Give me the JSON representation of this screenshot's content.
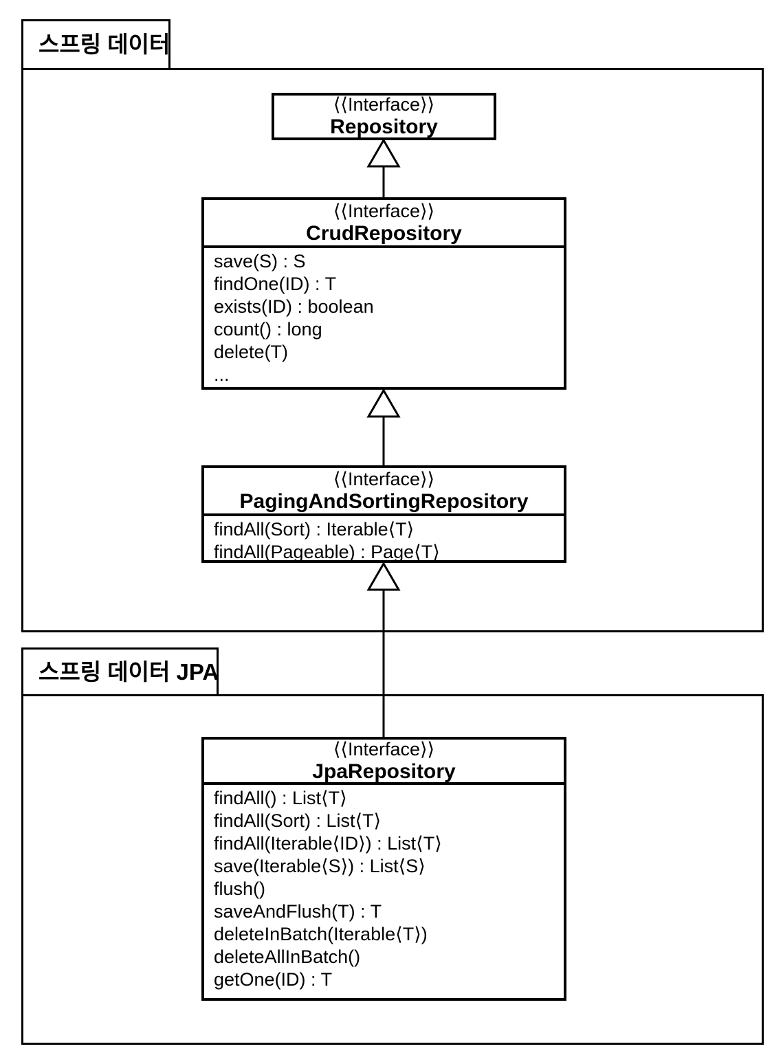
{
  "packages": [
    {
      "label": "스프링 데이터"
    },
    {
      "label": "스프링 데이터 JPA"
    }
  ],
  "classes": [
    {
      "stereotype": "⟨⟨Interface⟩⟩",
      "name": "Repository",
      "methods": []
    },
    {
      "stereotype": "⟨⟨Interface⟩⟩",
      "name": "CrudRepository",
      "methods": [
        "save(S) : S",
        "findOne(ID) : T",
        "exists(ID) : boolean",
        "count() : long",
        "delete(T)",
        "..."
      ]
    },
    {
      "stereotype": "⟨⟨Interface⟩⟩",
      "name": "PagingAndSortingRepository",
      "methods": [
        "findAll(Sort) : Iterable⟨T⟩",
        "findAll(Pageable) : Page⟨T⟩"
      ]
    },
    {
      "stereotype": "⟨⟨Interface⟩⟩",
      "name": "JpaRepository",
      "methods": [
        "findAll() : List⟨T⟩",
        "findAll(Sort) : List⟨T⟩",
        "findAll(Iterable⟨ID⟩) : List⟨T⟩",
        "save(Iterable⟨S⟩) : List⟨S⟩",
        "flush()",
        "saveAndFlush(T) : T",
        "deleteInBatch(Iterable⟨T⟩)",
        "deleteAllInBatch()",
        "getOne(ID) : T"
      ]
    }
  ],
  "relationships": [
    {
      "type": "generalization",
      "from": "CrudRepository",
      "to": "Repository"
    },
    {
      "type": "generalization",
      "from": "PagingAndSortingRepository",
      "to": "CrudRepository"
    },
    {
      "type": "generalization",
      "from": "JpaRepository",
      "to": "PagingAndSortingRepository"
    }
  ],
  "colors": {
    "line": "#000000",
    "background": "#ffffff"
  }
}
